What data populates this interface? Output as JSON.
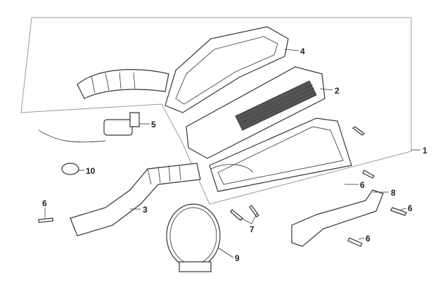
{
  "diagram": {
    "callouts": [
      {
        "id": "c4",
        "label": "4"
      },
      {
        "id": "c2",
        "label": "2"
      },
      {
        "id": "c1",
        "label": "1"
      },
      {
        "id": "c5",
        "label": "5"
      },
      {
        "id": "c10",
        "label": "10"
      },
      {
        "id": "c6a",
        "label": "6"
      },
      {
        "id": "c8",
        "label": "8"
      },
      {
        "id": "c6b",
        "label": "6"
      },
      {
        "id": "c3",
        "label": "3"
      },
      {
        "id": "c6c",
        "label": "6"
      },
      {
        "id": "c7",
        "label": "7"
      },
      {
        "id": "c6d",
        "label": "6"
      },
      {
        "id": "c9",
        "label": "9"
      }
    ]
  }
}
